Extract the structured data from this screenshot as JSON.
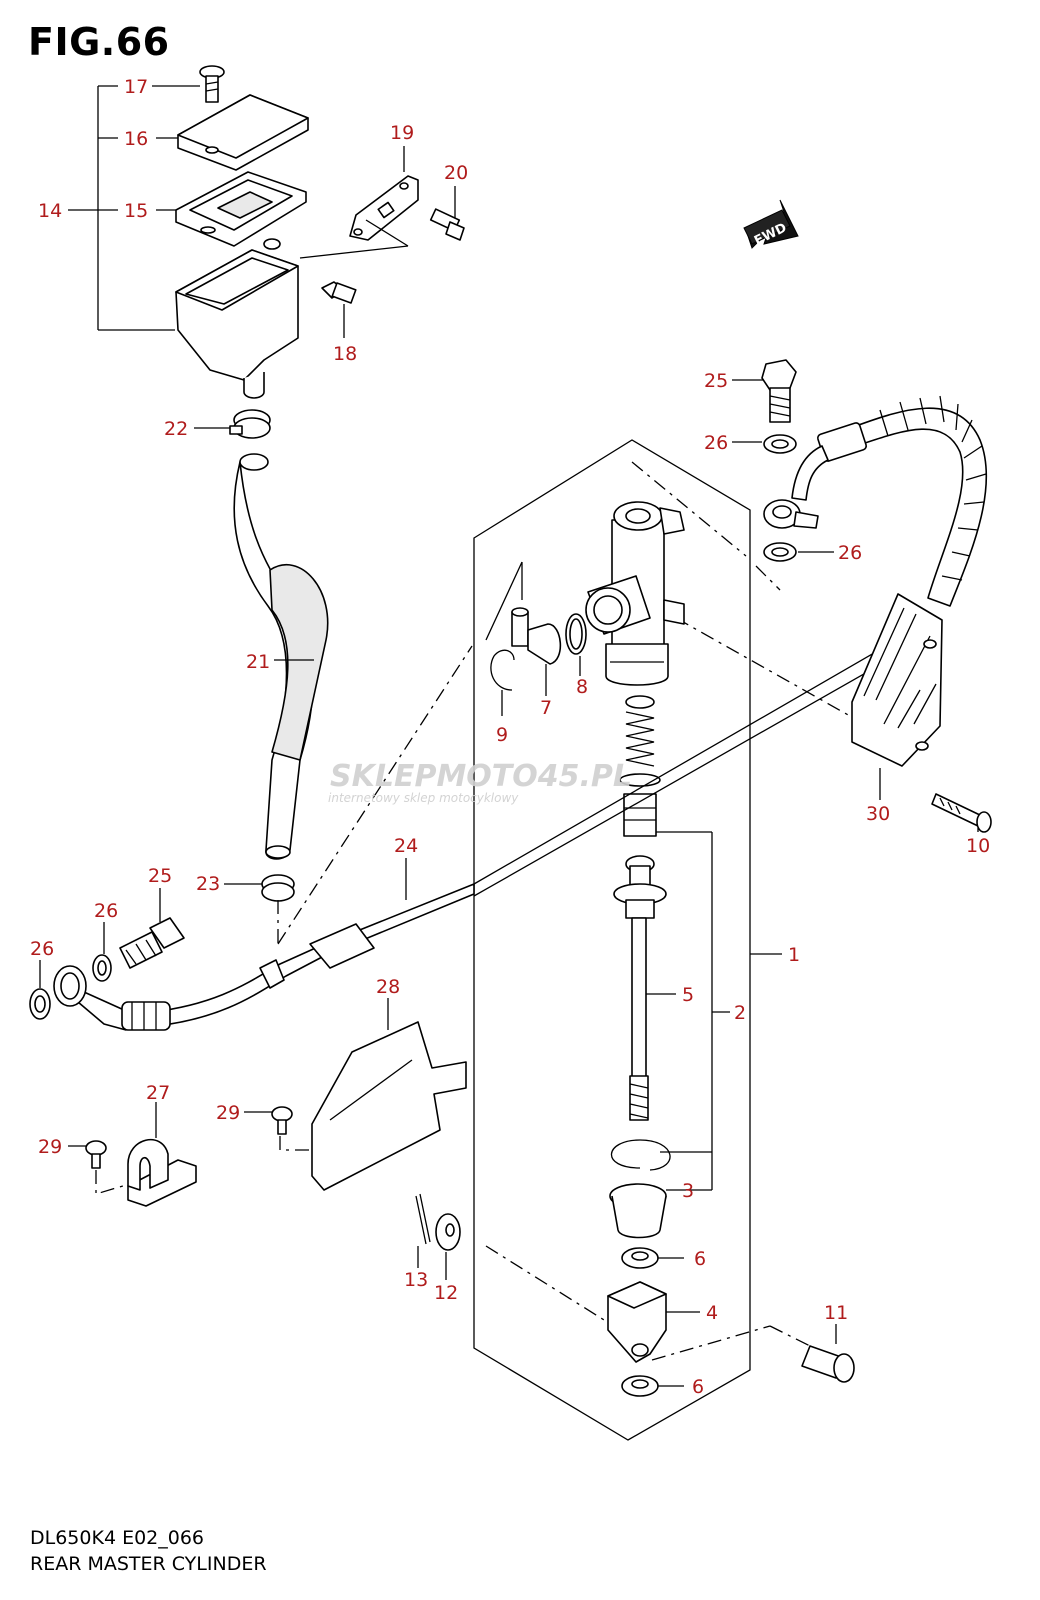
{
  "figure_title": "FIG.66",
  "footer": {
    "model_code": "DL650K4 E02_066",
    "diagram_name": "REAR MASTER CYLINDER"
  },
  "fwd_label": "FWD",
  "watermark": {
    "brand": "SKLEPMOTO45.PL",
    "tagline": "internetowy sklep motocyklowy"
  },
  "callouts": [
    {
      "id": "c17a",
      "label": "17"
    },
    {
      "id": "c16",
      "label": "16"
    },
    {
      "id": "c14",
      "label": "14"
    },
    {
      "id": "c15",
      "label": "15"
    },
    {
      "id": "c19",
      "label": "19"
    },
    {
      "id": "c20",
      "label": "20"
    },
    {
      "id": "c18",
      "label": "18"
    },
    {
      "id": "c22",
      "label": "22"
    },
    {
      "id": "c21",
      "label": "21"
    },
    {
      "id": "c23",
      "label": "23"
    },
    {
      "id": "c24",
      "label": "24"
    },
    {
      "id": "c25a",
      "label": "25"
    },
    {
      "id": "c26a",
      "label": "26"
    },
    {
      "id": "c26b",
      "label": "26"
    },
    {
      "id": "c25b",
      "label": "25"
    },
    {
      "id": "c26c",
      "label": "26"
    },
    {
      "id": "c26d",
      "label": "26"
    },
    {
      "id": "c9",
      "label": "9"
    },
    {
      "id": "c7",
      "label": "7"
    },
    {
      "id": "c8",
      "label": "8"
    },
    {
      "id": "c30",
      "label": "30"
    },
    {
      "id": "c10",
      "label": "10"
    },
    {
      "id": "c1",
      "label": "1"
    },
    {
      "id": "c5",
      "label": "5"
    },
    {
      "id": "c2",
      "label": "2"
    },
    {
      "id": "c3",
      "label": "3"
    },
    {
      "id": "c6a",
      "label": "6"
    },
    {
      "id": "c4",
      "label": "4"
    },
    {
      "id": "c6b",
      "label": "6"
    },
    {
      "id": "c11",
      "label": "11"
    },
    {
      "id": "c28",
      "label": "28"
    },
    {
      "id": "c27",
      "label": "27"
    },
    {
      "id": "c29a",
      "label": "29"
    },
    {
      "id": "c29b",
      "label": "29"
    },
    {
      "id": "c13",
      "label": "13"
    },
    {
      "id": "c12",
      "label": "12"
    }
  ]
}
